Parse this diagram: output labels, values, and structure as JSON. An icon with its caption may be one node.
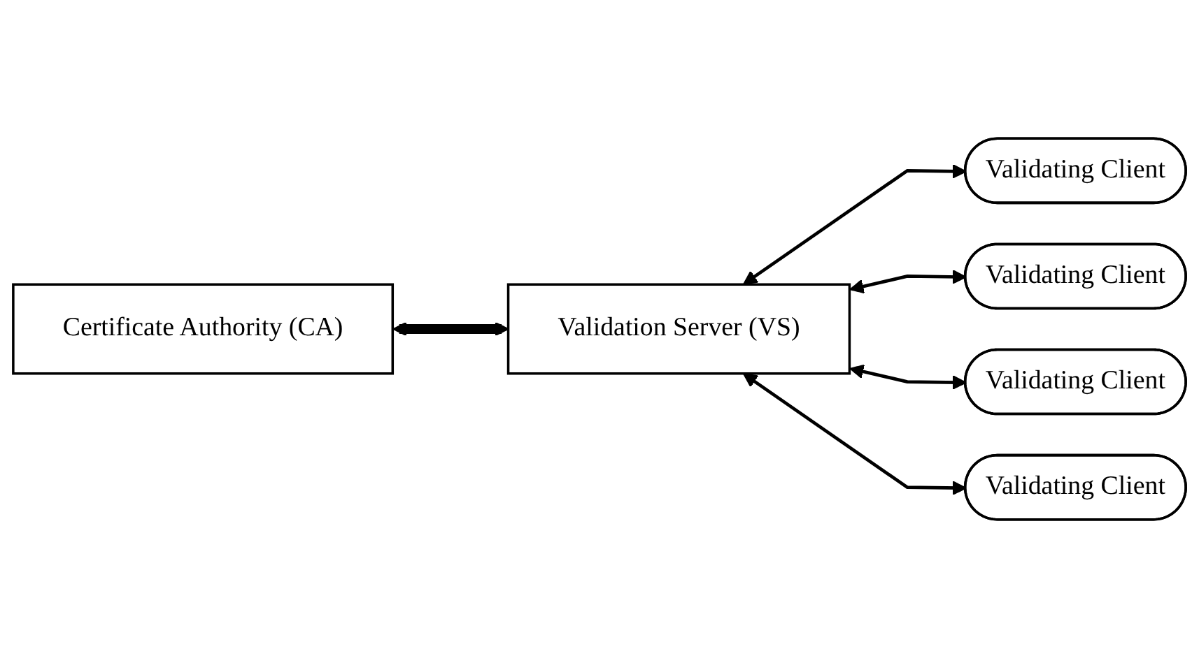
{
  "diagram": {
    "nodes": [
      {
        "text": [
          "Certificate Authority (CA)"
        ]
      },
      {
        "text": [
          "Validation Server (VS)"
        ]
      },
      {
        "text": [
          "Validating Client"
        ]
      },
      {
        "text": [
          "Validating Client"
        ]
      },
      {
        "text": [
          "Validating Client"
        ]
      },
      {
        "text": [
          "Validating Client"
        ]
      }
    ],
    "edges": [
      {
        "from": 0,
        "to": 1,
        "arrow": "both",
        "style": "thick"
      },
      {
        "from": 1,
        "to": 2,
        "arrow": "both"
      },
      {
        "from": 1,
        "to": 3,
        "arrow": "both"
      },
      {
        "from": 1,
        "to": 4,
        "arrow": "both"
      },
      {
        "from": 1,
        "to": 5,
        "arrow": "both"
      }
    ]
  }
}
